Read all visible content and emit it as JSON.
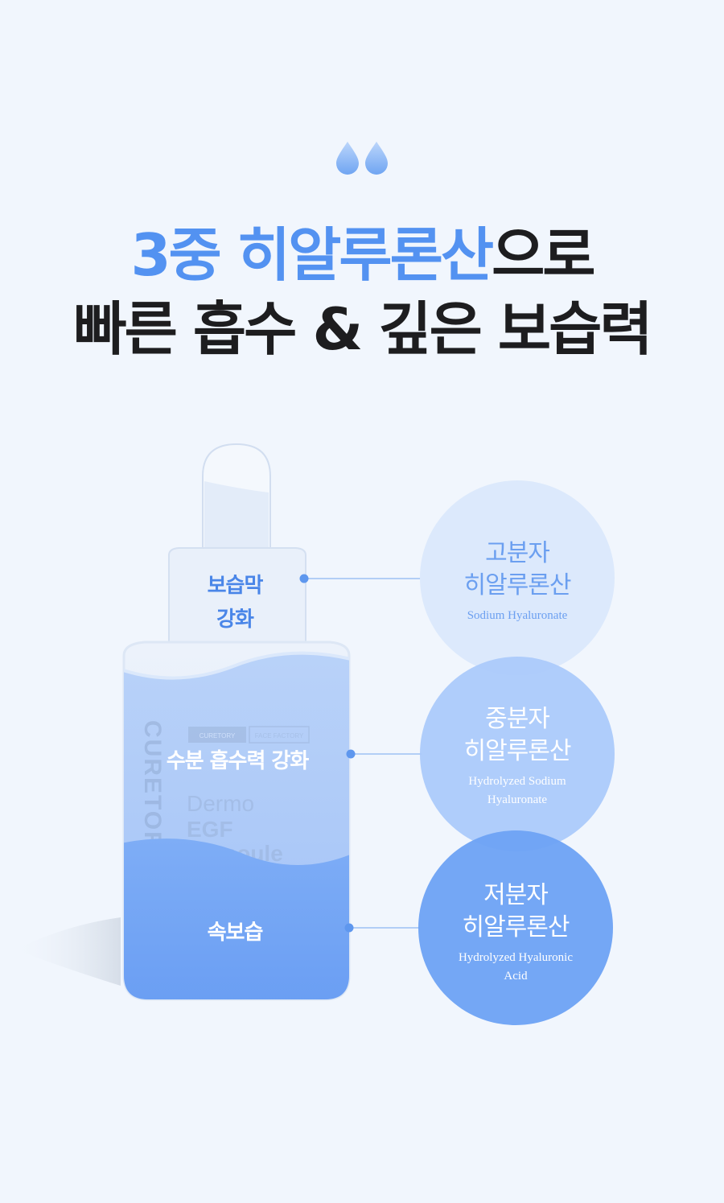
{
  "headline": {
    "accent": "3중 히알루론산",
    "line1_rest": "으로",
    "line2": "빠른 흡수 & 깊은 보습력"
  },
  "bottle": {
    "layer_labels": {
      "membrane_line1": "보습막",
      "membrane_line2": "강화",
      "absorption": "수분 흡수력 강화",
      "deep": "속보습"
    },
    "print": {
      "brand_vertical": "CURETORY",
      "tag1": "CURETORY",
      "tag2": "FACE FACTORY",
      "product_line1": "Dermo",
      "product_line2": "EGF",
      "product_line3": "Ampoule"
    }
  },
  "ingredients": [
    {
      "name_line1": "고분자",
      "name_line2": "히알루론산",
      "english_line1": "Sodium Hyaluronate",
      "english_line2": ""
    },
    {
      "name_line1": "중분자",
      "name_line2": "히알루론산",
      "english_line1": "Hydrolyzed Sodium",
      "english_line2": "Hyaluronate"
    },
    {
      "name_line1": "저분자",
      "name_line2": "히알루론산",
      "english_line1": "Hydrolyzed Hyaluronic",
      "english_line2": "Acid"
    }
  ],
  "colors": {
    "background": "#f1f6fd",
    "accent": "#5392f1",
    "circle_high": "#dce9fc",
    "circle_mid": "#a9c9fb",
    "circle_low": "#6ea3f5"
  }
}
